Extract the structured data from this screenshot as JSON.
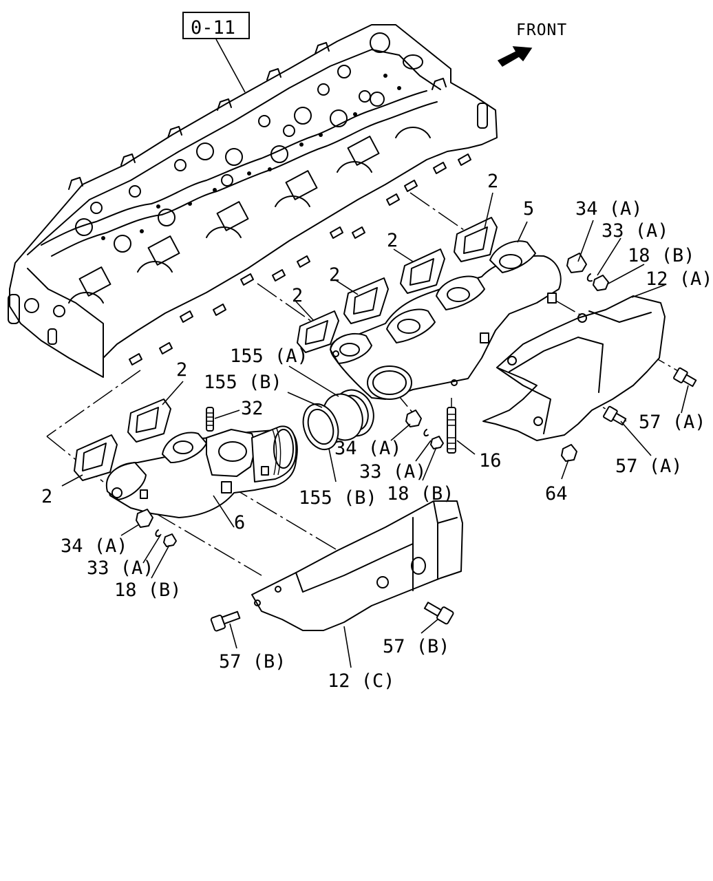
{
  "reference": "0-11",
  "front_label": "FRONT",
  "labels": [
    {
      "id": "lbl-2-a",
      "text": "2"
    },
    {
      "id": "lbl-5",
      "text": "5"
    },
    {
      "id": "lbl-34a-top",
      "text": "34 (A)"
    },
    {
      "id": "lbl-33a-top",
      "text": "33 (A)"
    },
    {
      "id": "lbl-18b-top",
      "text": "18 (B)"
    },
    {
      "id": "lbl-12a",
      "text": "12 (A)"
    },
    {
      "id": "lbl-2-b",
      "text": "2"
    },
    {
      "id": "lbl-2-c",
      "text": "2"
    },
    {
      "id": "lbl-2-d",
      "text": "2"
    },
    {
      "id": "lbl-155a",
      "text": "155 (A)"
    },
    {
      "id": "lbl-155b-top",
      "text": "155 (B)"
    },
    {
      "id": "lbl-2-e",
      "text": "2"
    },
    {
      "id": "lbl-32",
      "text": "32"
    },
    {
      "id": "lbl-34a-mid",
      "text": "34 (A)"
    },
    {
      "id": "lbl-33a-mid",
      "text": "33 (A)"
    },
    {
      "id": "lbl-18b-mid",
      "text": "18 (B)"
    },
    {
      "id": "lbl-16",
      "text": "16"
    },
    {
      "id": "lbl-57a-1",
      "text": "57 (A)"
    },
    {
      "id": "lbl-57a-2",
      "text": "57 (A)"
    },
    {
      "id": "lbl-64",
      "text": "64"
    },
    {
      "id": "lbl-155b-bot",
      "text": "155 (B)"
    },
    {
      "id": "lbl-2-f",
      "text": "2"
    },
    {
      "id": "lbl-6",
      "text": "6"
    },
    {
      "id": "lbl-34a-bot",
      "text": "34 (A)"
    },
    {
      "id": "lbl-33a-bot",
      "text": "33 (A)"
    },
    {
      "id": "lbl-18b-bot",
      "text": "18 (B)"
    },
    {
      "id": "lbl-57b-1",
      "text": "57 (B)"
    },
    {
      "id": "lbl-57b-2",
      "text": "57 (B)"
    },
    {
      "id": "lbl-12c",
      "text": "12 (C)"
    }
  ]
}
